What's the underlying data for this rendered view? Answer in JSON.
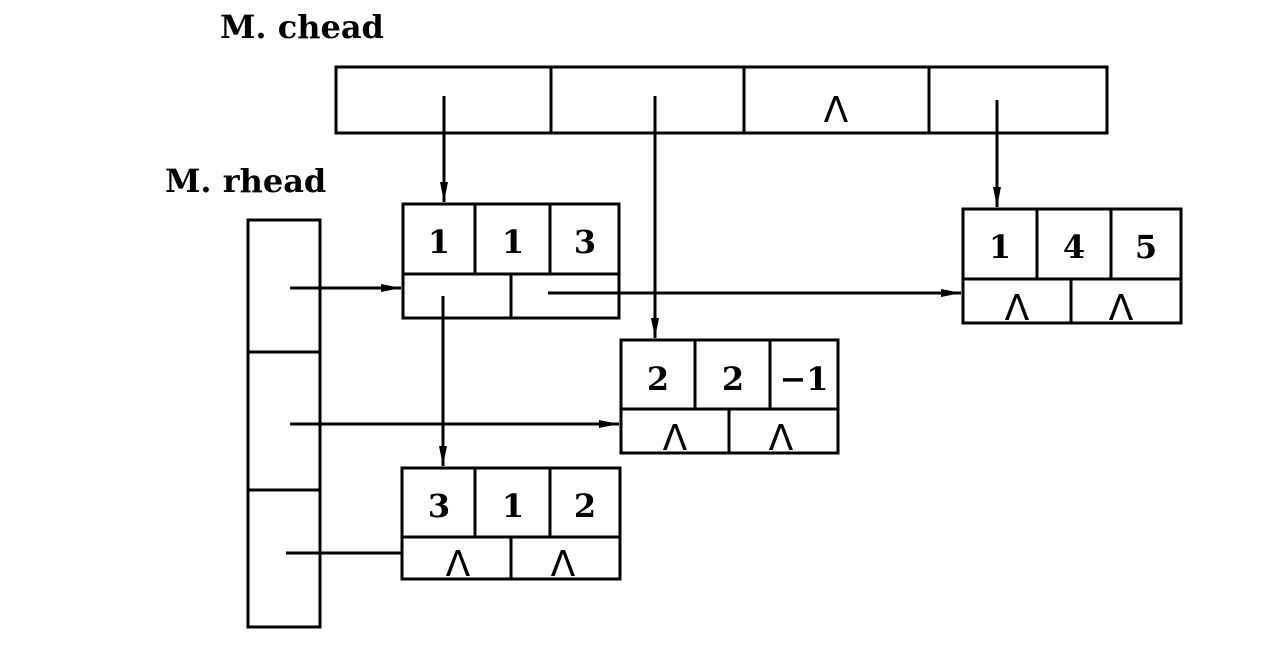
{
  "labels": {
    "chead": "M. chead",
    "rhead": "M. rhead"
  },
  "nil_symbol": "Λ",
  "column_heads": [
    "",
    "",
    "Λ",
    ""
  ],
  "nodes": {
    "n113": {
      "row": "1",
      "col": "1",
      "val": "3",
      "right": "",
      "down": ""
    },
    "n145": {
      "row": "1",
      "col": "4",
      "val": "5",
      "right": "Λ",
      "down": "Λ"
    },
    "n22m1": {
      "row": "2",
      "col": "2",
      "val": "−1",
      "right": "Λ",
      "down": "Λ"
    },
    "n312": {
      "row": "3",
      "col": "1",
      "val": "2",
      "right": "Λ",
      "down": "Λ"
    }
  }
}
